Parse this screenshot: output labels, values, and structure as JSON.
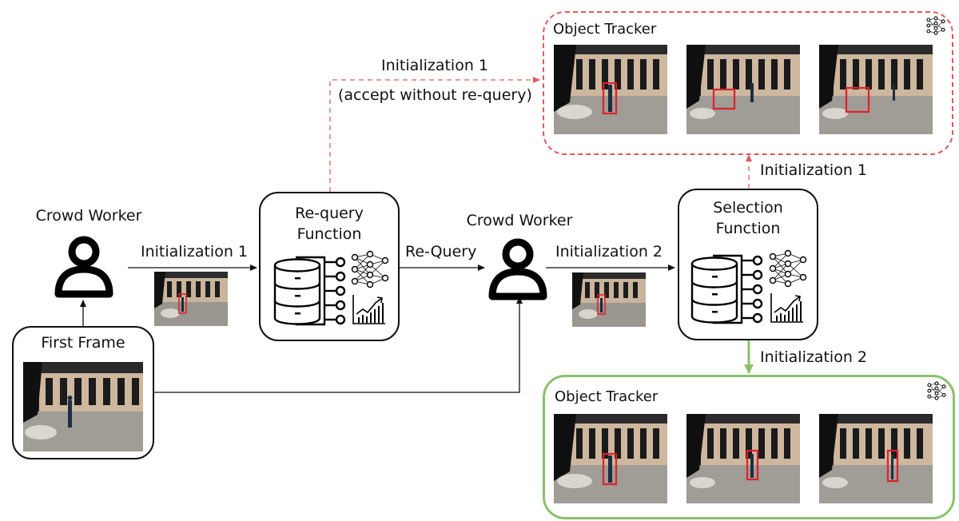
{
  "labels": {
    "crowd_worker_left": "Crowd Worker",
    "crowd_worker_mid": "Crowd Worker",
    "first_frame": "First Frame",
    "requery_title_1": "Re-query",
    "requery_title_2": "Function",
    "selection_title_1": "Selection",
    "selection_title_2": "Function",
    "edge_init1_left": "Initialization 1",
    "edge_requery": "Re-Query",
    "edge_init2_mid": "Initialization 2",
    "edge_init1_up_line1": "Initialization 1",
    "edge_init1_up_line2": "(accept without re-query)",
    "edge_init1_right": "Initialization 1",
    "edge_init2_down": "Initialization 2",
    "tracker_top": "Object Tracker",
    "tracker_bottom": "Object Tracker"
  },
  "colors": {
    "accept_path": "#e05a5a",
    "selected_path": "#8bc06d",
    "bbox": "#e0202a",
    "node_stroke": "#111111"
  },
  "icons": [
    "person-icon",
    "database-icon",
    "neural-network-icon",
    "growth-chart-icon"
  ]
}
